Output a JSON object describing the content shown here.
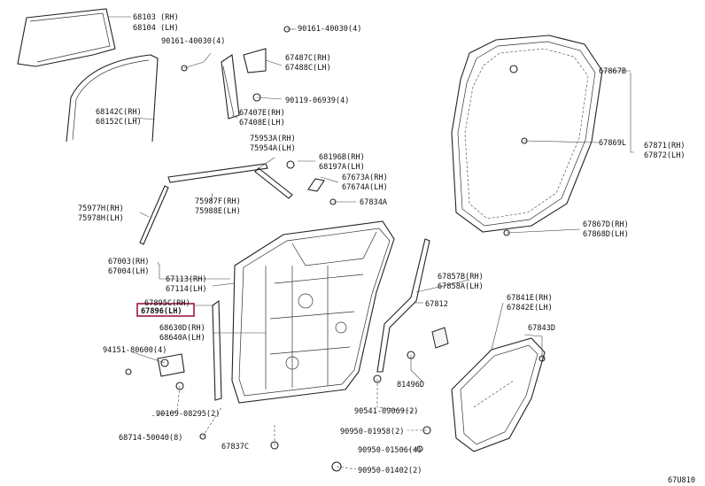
{
  "diagram": {
    "highlight_color": "#9b1b3c",
    "labels": [
      {
        "id": "p68103",
        "text": "68103 (RH)"
      },
      {
        "id": "p68104",
        "text": "68104 (LH)"
      },
      {
        "id": "p90161a",
        "text": "90161-40030(4)"
      },
      {
        "id": "p90161b",
        "text": "90161-40030(4)"
      },
      {
        "id": "p67487",
        "text": "67487C(RH)"
      },
      {
        "id": "p67488",
        "text": "67488C(LH)"
      },
      {
        "id": "p90119",
        "text": "90119-06939(4)"
      },
      {
        "id": "p67407",
        "text": "67407E(RH)"
      },
      {
        "id": "p67408",
        "text": "67408E(LH)"
      },
      {
        "id": "p68142",
        "text": "68142C(RH)"
      },
      {
        "id": "p68152",
        "text": "68152C(LH)"
      },
      {
        "id": "p75953",
        "text": "75953A(RH)"
      },
      {
        "id": "p75954",
        "text": "75954A(LH)"
      },
      {
        "id": "p68196",
        "text": "68196B(RH)"
      },
      {
        "id": "p68197",
        "text": "68197A(LH)"
      },
      {
        "id": "p67673",
        "text": "67673A(RH)"
      },
      {
        "id": "p67674",
        "text": "67674A(LH)"
      },
      {
        "id": "p75977",
        "text": "75977H(RH)"
      },
      {
        "id": "p75978",
        "text": "75978H(LH)"
      },
      {
        "id": "p75987",
        "text": "75987F(RH)"
      },
      {
        "id": "p75988",
        "text": "75988E(LH)"
      },
      {
        "id": "p67834",
        "text": "67834A"
      },
      {
        "id": "p67003",
        "text": "67003(RH)"
      },
      {
        "id": "p67004",
        "text": "67004(LH)"
      },
      {
        "id": "p67113",
        "text": "67113(RH)"
      },
      {
        "id": "p67114",
        "text": "67114(LH)"
      },
      {
        "id": "p67895",
        "text": "67895C(RH)"
      },
      {
        "id": "p67896",
        "text": "67896(LH)"
      },
      {
        "id": "p68630",
        "text": "68630D(RH)"
      },
      {
        "id": "p68640",
        "text": "68640A(LH)"
      },
      {
        "id": "p94151",
        "text": "94151-80600(4)"
      },
      {
        "id": "p90109",
        "text": "90109-08295(2)"
      },
      {
        "id": "p68714",
        "text": "68714-50040(8)"
      },
      {
        "id": "p67837",
        "text": "67837C"
      },
      {
        "id": "p67857",
        "text": "67857B(RH)"
      },
      {
        "id": "p67858",
        "text": "67858A(LH)"
      },
      {
        "id": "p67812",
        "text": "67812"
      },
      {
        "id": "p81496",
        "text": "81496D"
      },
      {
        "id": "p90541",
        "text": "90541-09069(2)"
      },
      {
        "id": "p90950a",
        "text": "90950-01958(2)"
      },
      {
        "id": "p90950b",
        "text": "90950-01506(4)"
      },
      {
        "id": "p90950c",
        "text": "90950-01402(2)"
      },
      {
        "id": "p67867b",
        "text": "67867B"
      },
      {
        "id": "p67869l",
        "text": "67869L"
      },
      {
        "id": "p67871",
        "text": "67871(RH)"
      },
      {
        "id": "p67872",
        "text": "67872(LH)"
      },
      {
        "id": "p67867d",
        "text": "67867D(RH)"
      },
      {
        "id": "p67868d",
        "text": "67868D(LH)"
      },
      {
        "id": "p67841",
        "text": "67841E(RH)"
      },
      {
        "id": "p67842",
        "text": "67842E(LH)"
      },
      {
        "id": "p67843",
        "text": "67843D"
      },
      {
        "id": "diagram_code",
        "text": "67U810"
      }
    ]
  }
}
